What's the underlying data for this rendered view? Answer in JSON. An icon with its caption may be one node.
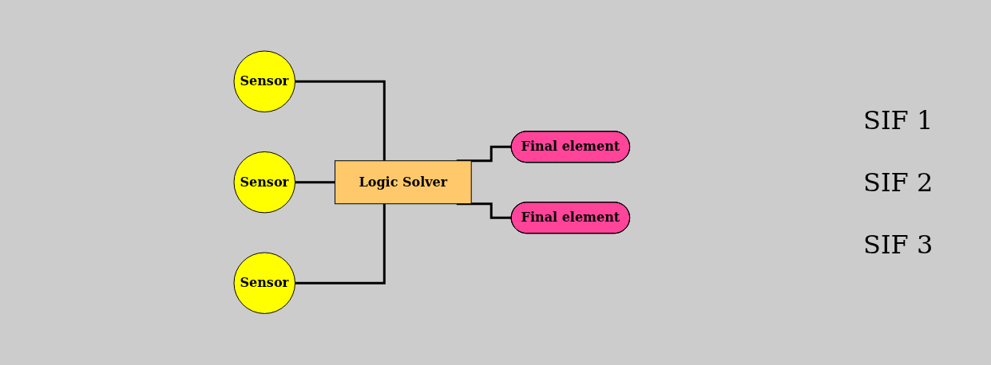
{
  "diagram": {
    "nodes": [
      {
        "text": [
          "Sensor"
        ]
      },
      {
        "text": [
          "Sensor"
        ]
      },
      {
        "text": [
          "Sensor"
        ]
      },
      {
        "text": [
          "Logic Solver"
        ]
      },
      {
        "text": [
          "Final element"
        ]
      },
      {
        "text": [
          "Final element"
        ]
      }
    ],
    "edges": [
      {
        "from": 0,
        "to": 3,
        "arrow": "none"
      },
      {
        "from": 1,
        "to": 3,
        "arrow": "none"
      },
      {
        "from": 2,
        "to": 3,
        "arrow": "none"
      },
      {
        "from": 3,
        "to": 4,
        "arrow": "none"
      },
      {
        "from": 3,
        "to": 5,
        "arrow": "none"
      }
    ],
    "labels": [
      "SIF 1",
      "SIF 2",
      "SIF 3"
    ]
  }
}
